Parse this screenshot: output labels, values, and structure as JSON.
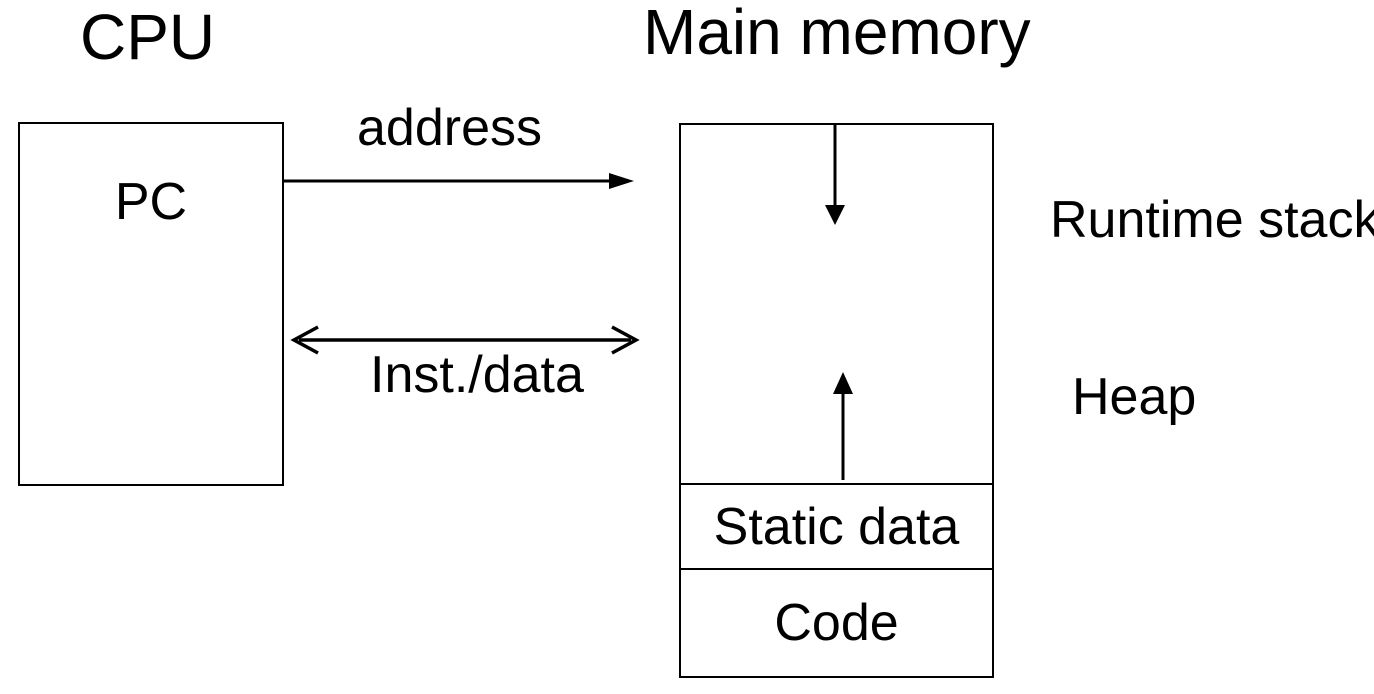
{
  "diagram": {
    "background_color": "#ffffff",
    "line_color": "#000000",
    "cpu": {
      "title": "CPU",
      "register_label": "PC"
    },
    "memory": {
      "title": "Main memory",
      "sections": {
        "static_data": "Static data",
        "code": "Code"
      }
    },
    "buses": {
      "address_label": "address",
      "inst_data_label": "Inst./data"
    },
    "annotations": {
      "runtime_stack": "Runtime stack",
      "heap": "Heap"
    }
  }
}
